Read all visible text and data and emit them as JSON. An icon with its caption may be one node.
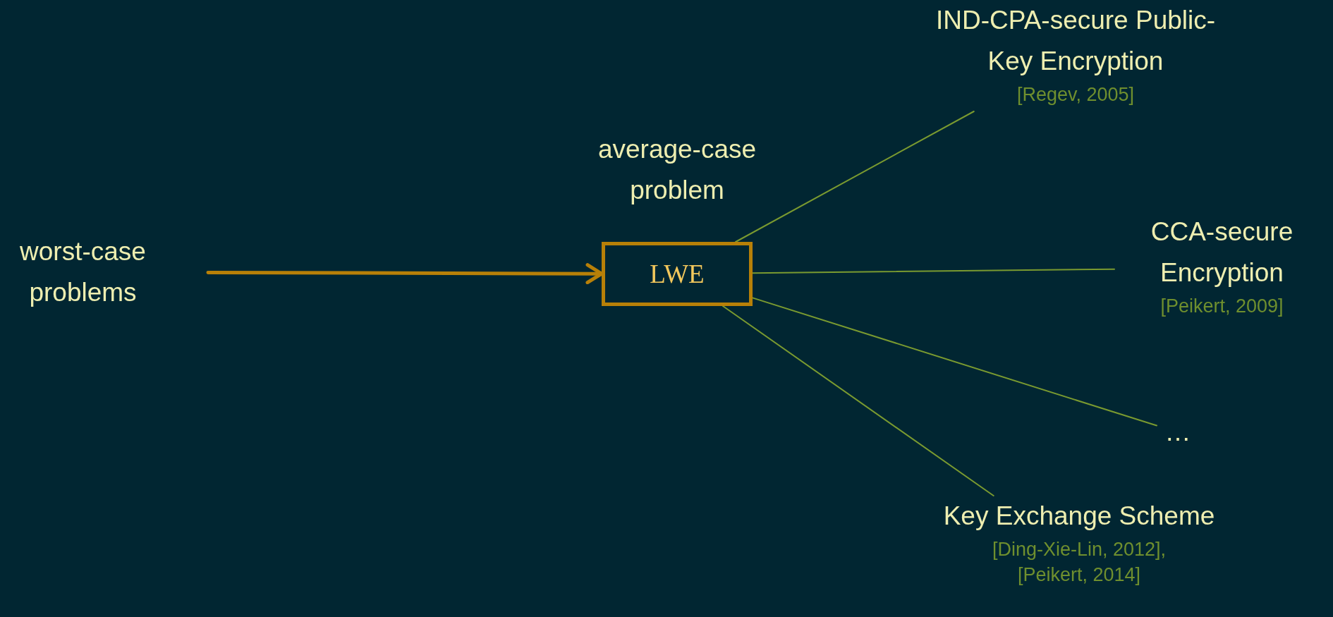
{
  "diagram": {
    "nodes": [
      {
        "text": [
          "worst-case problems"
        ]
      },
      {
        "text": [
          "LWE"
        ],
        "beside": [
          "average-case problem"
        ]
      },
      {
        "text": [
          "IND-CPA-secure Public-Key Encryption",
          "[Regev, 2005]"
        ]
      },
      {
        "text": [
          "CCA-secure Encryption",
          "[Peikert, 2009]"
        ]
      },
      {
        "text": [
          "…"
        ]
      },
      {
        "text": [
          "Key Exchange Scheme",
          "[Ding-Xie-Lin, 2012], [Peikert, 2014]"
        ]
      }
    ],
    "edges": [
      {
        "from": 0,
        "to": 1,
        "arrow": "to",
        "style": "thick",
        "color": "#b88008"
      },
      {
        "from": 1,
        "to": 2,
        "arrow": "none"
      },
      {
        "from": 1,
        "to": 3,
        "arrow": "none"
      },
      {
        "from": 1,
        "to": 4,
        "arrow": "none"
      },
      {
        "from": 1,
        "to": 5,
        "arrow": "none"
      }
    ]
  }
}
